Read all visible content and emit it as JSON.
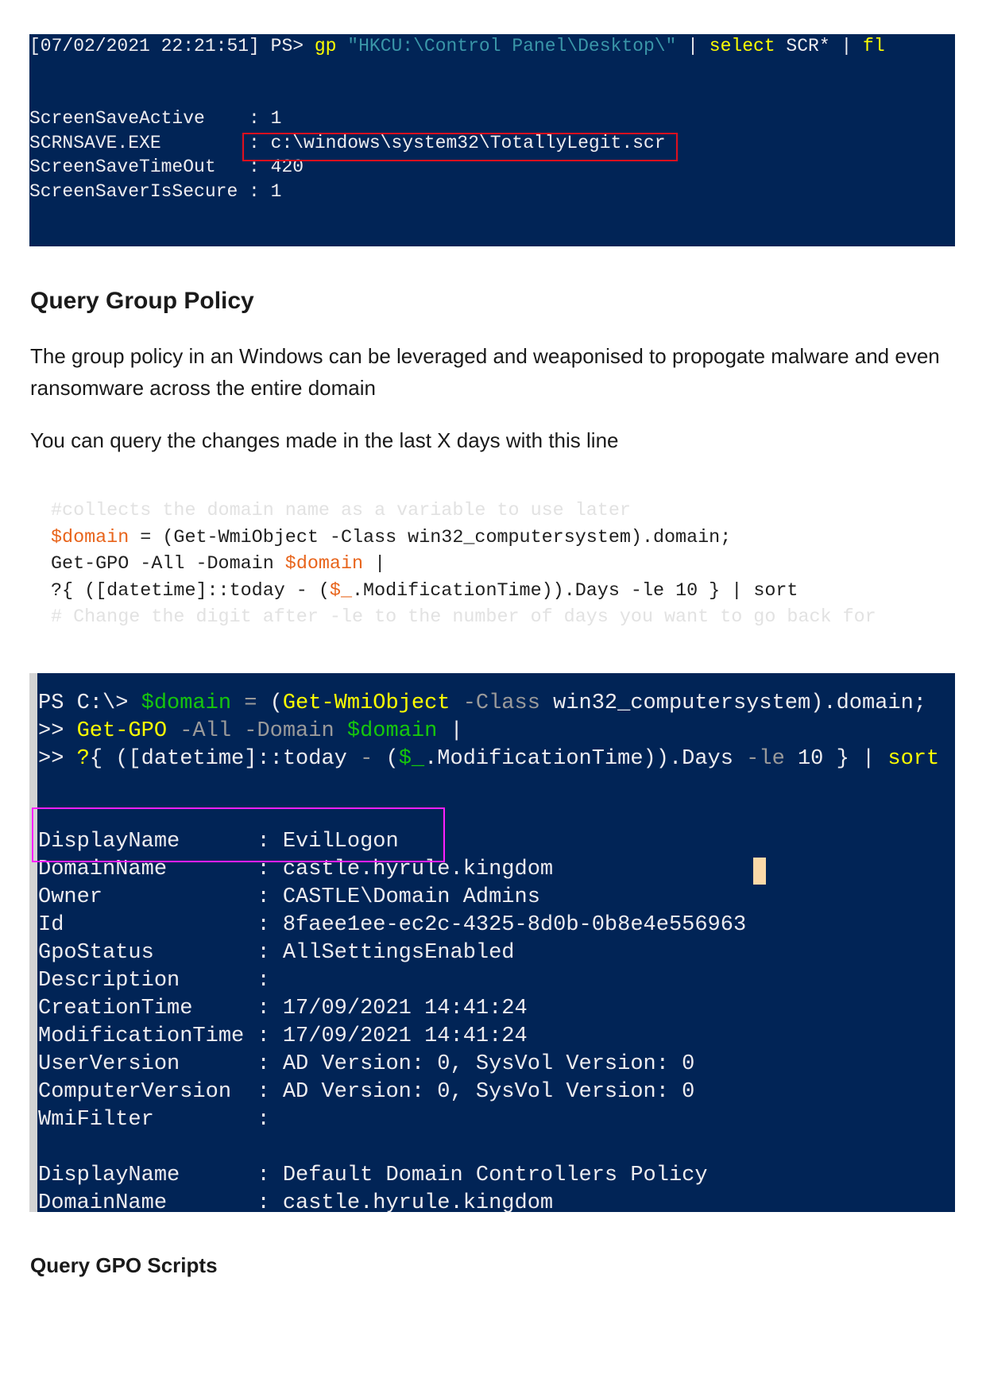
{
  "terminal1": {
    "prompt": "[07/02/2021 22:21:51] PS> ",
    "cmd_gp": "gp",
    "cmd_path": "\"HKCU:\\Control Panel\\Desktop\\\"",
    "pipe1": " | ",
    "cmd_select": "select",
    "cmd_select_arg": " SCR* ",
    "pipe2": "| ",
    "cmd_fl": "fl",
    "rows": [
      {
        "key": "ScreenSaveActive    ",
        "value": ": 1"
      },
      {
        "key": "SCRNSAVE.EXE        ",
        "value": ": c:\\windows\\system32\\TotallyLegit.scr"
      },
      {
        "key": "ScreenSaveTimeOut   ",
        "value": ": 420"
      },
      {
        "key": "ScreenSaverIsSecure ",
        "value": ": 1"
      }
    ]
  },
  "section1": {
    "heading": "Query Group Policy",
    "para1": "The group policy in an Windows can be leveraged and weaponised to propogate malware and even ransomware across the entire domain",
    "para2": "You can query the changes made in the last X days with this line"
  },
  "code": {
    "comment1": "#collects the domain name as a variable to use later",
    "l2_var": "$domain",
    "l2_rest": " = (Get-WmiObject -Class win32_computersystem).domain;",
    "l3_a": "Get-GPO -All -Domain ",
    "l3_var": "$domain",
    "l3_rest": " |",
    "l4_a": "?{ ([datetime]::today - (",
    "l4_var": "$_",
    "l4_rest": ".ModificationTime)).Days -le 10 } | sort",
    "comment2": "# Change the digit after -le to the number of days you want to go back for"
  },
  "terminal2": {
    "l1": [
      "PS C:\\> ",
      "$domain",
      " = ",
      "(",
      "Get-WmiObject",
      " -Class",
      " win32_computersystem).domain;"
    ],
    "l2": [
      ">> ",
      "Get-GPO",
      " -All -Domain",
      " ",
      "$domain",
      " |"
    ],
    "l3": [
      ">> ",
      "?",
      "{ ([datetime]::today ",
      "-",
      " (",
      "$_",
      ".ModificationTime)).Days ",
      "-le",
      " 10 } | ",
      "sort"
    ],
    "rows": [
      {
        "key": "DisplayName      ",
        "value": ": EvilLogon"
      },
      {
        "key": "DomainName       ",
        "value": ": castle.hyrule.kingdom"
      },
      {
        "key": "Owner            ",
        "value": ": CASTLE\\Domain Admins"
      },
      {
        "key": "Id               ",
        "value": ": 8faee1ee-ec2c-4325-8d0b-0b8e4e556963"
      },
      {
        "key": "GpoStatus        ",
        "value": ": AllSettingsEnabled"
      },
      {
        "key": "Description      ",
        "value": ":"
      },
      {
        "key": "CreationTime     ",
        "value": ": 17/09/2021 14:41:24"
      },
      {
        "key": "ModificationTime ",
        "value": ": 17/09/2021 14:41:24"
      },
      {
        "key": "UserVersion      ",
        "value": ": AD Version: 0, SysVol Version: 0"
      },
      {
        "key": "ComputerVersion  ",
        "value": ": AD Version: 0, SysVol Version: 0"
      },
      {
        "key": "WmiFilter        ",
        "value": ":"
      },
      {
        "key": "DisplayName      ",
        "value": ": Default Domain Controllers Policy"
      },
      {
        "key": "DomainName       ",
        "value": ": castle.hyrule.kingdom"
      }
    ]
  },
  "section2": {
    "heading": "Query GPO Scripts"
  }
}
